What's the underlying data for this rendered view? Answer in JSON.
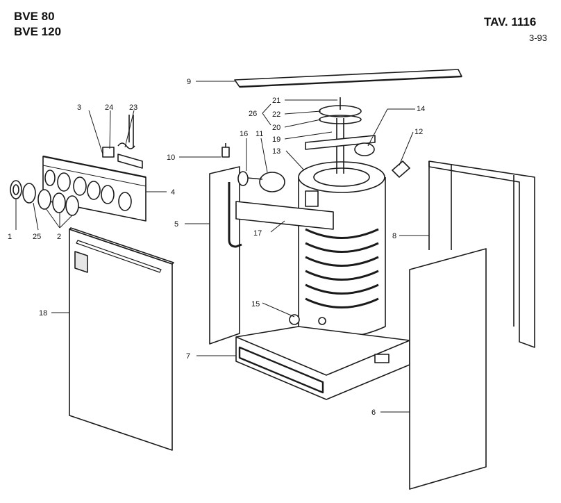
{
  "header": {
    "model_line_1": "BVE 80",
    "model_line_2": "BVE 120",
    "table_id": "TAV. 1116",
    "date_code": "3-93"
  },
  "callouts": [
    "1",
    "2",
    "3",
    "4",
    "5",
    "6",
    "7",
    "8",
    "9",
    "10",
    "11",
    "12",
    "13",
    "14",
    "15",
    "16",
    "17",
    "18",
    "19",
    "20",
    "21",
    "22",
    "23",
    "24",
    "25",
    "26"
  ],
  "colors": {
    "line": "#1a1a1a",
    "fill": "#ffffff",
    "shade": "#9a9a9a"
  }
}
